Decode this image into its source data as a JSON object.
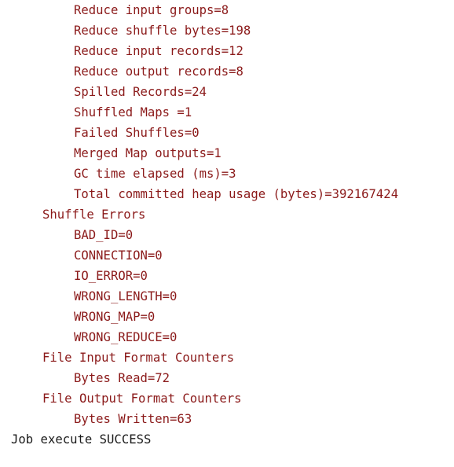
{
  "console": {
    "reduce_counters": [
      "Reduce input groups=8",
      "Reduce shuffle bytes=198",
      "Reduce input records=12",
      "Reduce output records=8",
      "Spilled Records=24",
      "Shuffled Maps =1",
      "Failed Shuffles=0",
      "Merged Map outputs=1",
      "GC time elapsed (ms)=3",
      "Total committed heap usage (bytes)=392167424"
    ],
    "shuffle_errors": {
      "header": "Shuffle Errors",
      "items": [
        "BAD_ID=0",
        "CONNECTION=0",
        "IO_ERROR=0",
        "WRONG_LENGTH=0",
        "WRONG_MAP=0",
        "WRONG_REDUCE=0"
      ]
    },
    "file_input": {
      "header": "File Input Format Counters",
      "items": [
        "Bytes Read=72"
      ]
    },
    "file_output": {
      "header": "File Output Format Counters",
      "items": [
        "Bytes Written=63"
      ]
    },
    "status_line": "Job execute SUCCESS"
  },
  "colors": {
    "stderr_text": "#8b1a1a",
    "stdout_text": "#1a1a1a",
    "background": "#ffffff"
  }
}
